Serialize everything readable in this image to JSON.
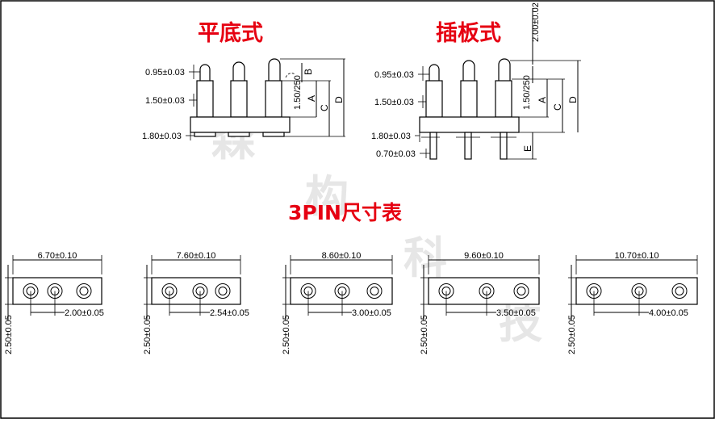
{
  "titles": {
    "flat": "平底式",
    "insert": "插板式",
    "table": "3PIN尺寸表"
  },
  "watermark": [
    "森",
    "构",
    "科",
    "技"
  ],
  "flat": {
    "dims": [
      "0.95±0.03",
      "1.50±0.03",
      "1.80±0.03"
    ],
    "vertical": [
      "B",
      "1.50/250",
      "A",
      "C",
      "D"
    ]
  },
  "insert": {
    "top": "2.00±0.02",
    "dims": [
      "0.95±0.03",
      "1.50±0.03",
      "1.80±0.03",
      "0.70±0.03"
    ],
    "vertical": [
      "1.50/250",
      "A",
      "C",
      "D",
      "E"
    ]
  },
  "footprints": [
    {
      "width": "6.70±0.10",
      "pitch": "2.00±0.05",
      "height": "2.50±0.05"
    },
    {
      "width": "7.60±0.10",
      "pitch": "2.54±0.05",
      "height": "2.50±0.05"
    },
    {
      "width": "8.60±0.10",
      "pitch": "3.00±0.05",
      "height": "2.50±0.05"
    },
    {
      "width": "9.60±0.10",
      "pitch": "3.50±0.05",
      "height": "2.50±0.05"
    },
    {
      "width": "10.70±0.10",
      "pitch": "4.00±0.05",
      "height": "2.50±0.05"
    }
  ],
  "colors": {
    "title": "#e60012",
    "line": "#000000",
    "watermark": "#d6d6d6"
  }
}
